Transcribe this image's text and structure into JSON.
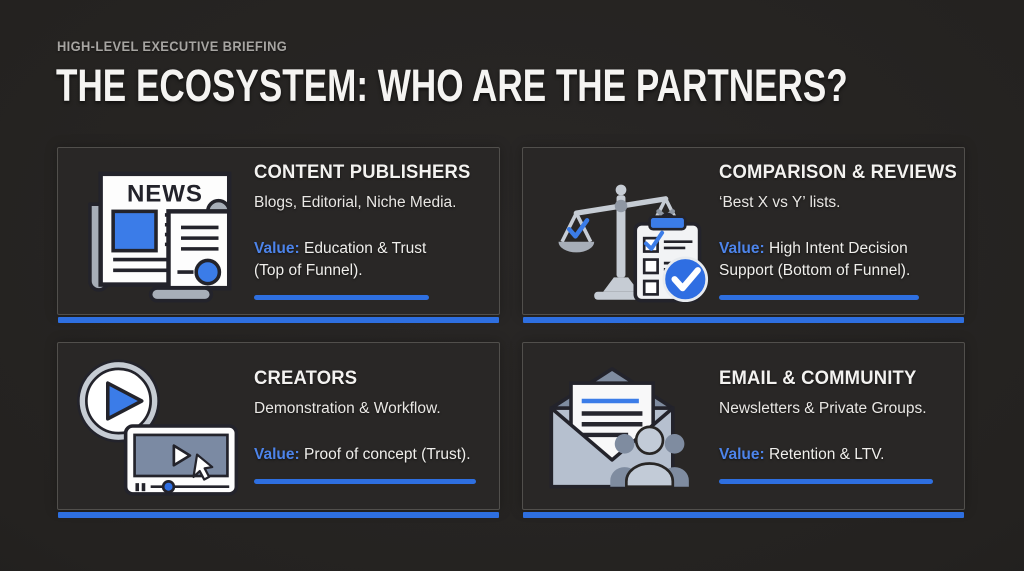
{
  "slide": {
    "kicker": "HIGH-LEVEL EXECUTIVE BRIEFING",
    "title": "THE ECOSYSTEM: WHO ARE THE PARTNERS?"
  },
  "colors": {
    "accent": "#2e6fe0",
    "value_label": "#4d84ea",
    "icon_blue": "#3b7ce8"
  },
  "cards": [
    {
      "icon": "newspaper-scroll-icon",
      "title": "CONTENT PUBLISHERS",
      "subtitle": "Blogs, Editorial, Niche Media.",
      "value_label": "Value:",
      "value_text": "Education & Trust\n(Top of Funnel)."
    },
    {
      "icon": "scales-checklist-icon",
      "title": "COMPARISON & REVIEWS",
      "subtitle": "‘Best X vs Y’ lists.",
      "value_label": "Value:",
      "value_text": "High Intent Decision\nSupport (Bottom of Funnel)."
    },
    {
      "icon": "video-player-icon",
      "title": "CREATORS",
      "subtitle": "Demonstration & Workflow.",
      "value_label": "Value:",
      "value_text": "Proof of concept (Trust)."
    },
    {
      "icon": "envelope-community-icon",
      "title": "EMAIL & COMMUNITY",
      "subtitle": "Newsletters & Private Groups.",
      "value_label": "Value:",
      "value_text": "Retention & LTV."
    }
  ]
}
